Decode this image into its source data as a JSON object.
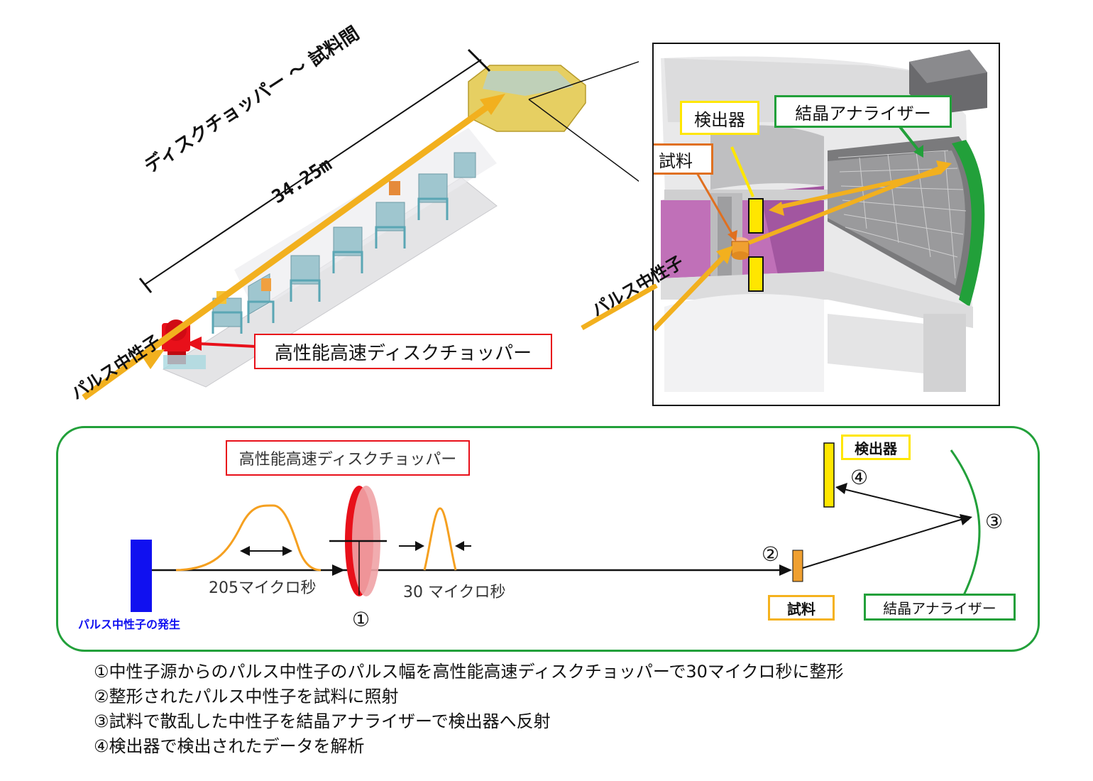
{
  "top_left": {
    "distance_line1": "ディスクチョッパー ～ 試料間",
    "distance_line2": "34.25m",
    "pulse_label": "パルス中性子",
    "chopper_label": "高性能高速ディスクチョッパー"
  },
  "inset": {
    "detector_label": "検出器",
    "analyzer_label": "結晶アナライザー",
    "sample_label": "試料",
    "pulse_label": "パルス中性子"
  },
  "schematic": {
    "chopper_label": "高性能高速ディスクチョッパー",
    "source_label": "パルス中性子の発生",
    "width_before": "205マイクロ秒",
    "width_after": "30 マイクロ秒",
    "step1": "①",
    "step2": "②",
    "step3": "③",
    "step4": "④",
    "detector_label": "検出器",
    "sample_label": "試料",
    "analyzer_label": "結晶アナライザー"
  },
  "explanations": [
    "①中性子源からのパルス中性子のパルス幅を高性能高速ディスクチョッパーで30マイクロ秒に整形",
    "②整形されたパルス中性子を試料に照射",
    "③試料で散乱した中性子を結晶アナライザーで検出器へ反射",
    "④検出器で検出されたデータを解析"
  ],
  "colors": {
    "beam": "#f2b01e",
    "chopper_red": "#e8101a",
    "analyzer_green": "#22a03a",
    "detector_yellow": "#ffe600",
    "sample_orange": "#f0a030",
    "source_blue": "#1010f0",
    "pulse_orange": "#f5a020",
    "sample_box": "#e07020",
    "inset_magenta": "#c070b8"
  }
}
